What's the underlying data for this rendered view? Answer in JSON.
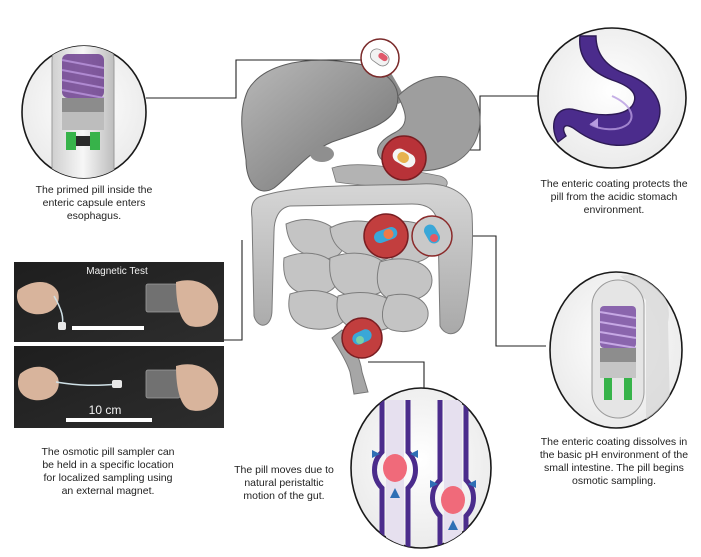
{
  "captions": {
    "capsule_enters": [
      "The primed pill inside the",
      "enteric capsule enters",
      "esophagus."
    ],
    "stomach_protects": [
      "The enteric coating protects the",
      "pill from the acidic stomach",
      "environment."
    ],
    "magnet_holds": [
      "The osmotic pill sampler can",
      "be held in a specific location",
      "for localized sampling using",
      "an external magnet."
    ],
    "peristalsis": [
      "The pill moves due to",
      "natural peristaltic",
      "motion of the gut."
    ],
    "coating_dissolves": [
      "The enteric coating dissolves in",
      "the basic pH environment of the",
      "small intestine. The pill begins",
      "osmotic sampling."
    ]
  },
  "photo": {
    "title": "Magnetic Test",
    "scale_label": "10 cm"
  },
  "colors": {
    "stomach_purple": "#4b2c8c",
    "intestine_flow": "#6a3da8",
    "pill_pink": "#f06a7a",
    "capsule_green": "#37b34a",
    "organ_gray": "#9a9a9a",
    "callout_red": "#c0392b"
  },
  "icons": [
    "capsule-icon",
    "stomach-icon",
    "arrow-icon",
    "magnet-icon"
  ]
}
